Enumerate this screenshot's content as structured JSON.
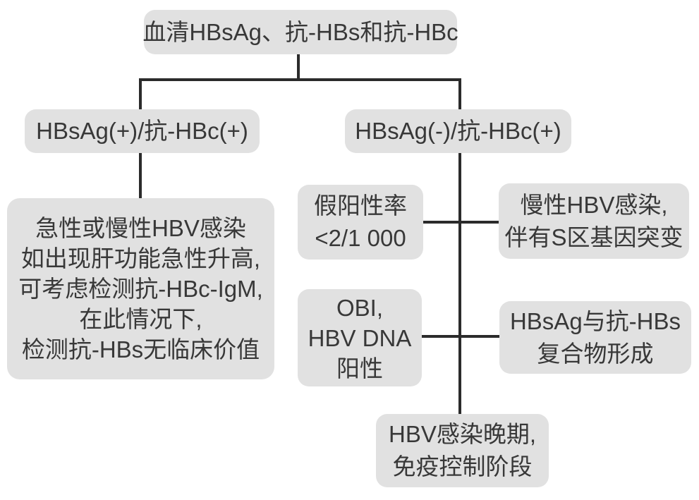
{
  "diagram": {
    "type": "flowchart",
    "topic": "HBV serology interpretation"
  },
  "nodes": {
    "root": {
      "label": "血清HBsAg、抗-HBs和抗-HBc"
    },
    "left_branch": {
      "label": "HBsAg(+)/抗-HBc(+)"
    },
    "right_branch": {
      "label": "HBsAg(-)/抗-HBc(+)"
    },
    "left_outcome": {
      "lines": [
        "急性或慢性HBV感染",
        "如出现肝功能急性升高,",
        "可考虑检测抗-HBc-IgM,",
        "在此情况下,",
        "检测抗-HBs无临床价值"
      ]
    },
    "false_positive": {
      "lines": [
        "假阳性率",
        "<2/1 000"
      ]
    },
    "chronic_mutation": {
      "lines": [
        "慢性HBV感染,",
        "伴有S区基因突变"
      ]
    },
    "obi": {
      "lines": [
        "OBI,",
        "HBV DNA",
        "阳性"
      ]
    },
    "immune_complex": {
      "lines": [
        "HBsAg与抗-HBs",
        "复合物形成"
      ]
    },
    "late_stage": {
      "lines": [
        "HBV感染晚期,",
        "免疫控制阶段"
      ]
    }
  },
  "colors": {
    "background": "#ffffff",
    "box_fill": "#e1e1e1",
    "text": "#383838",
    "line": "#2b2b2b"
  }
}
